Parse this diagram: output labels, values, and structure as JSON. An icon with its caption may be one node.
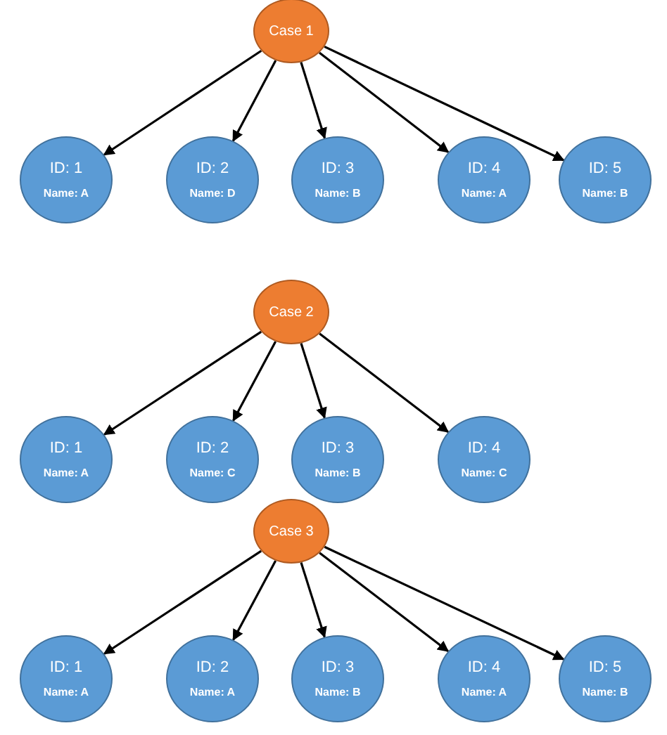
{
  "diagram": {
    "nodes": [
      {
        "text": [
          "Case 1"
        ]
      },
      {
        "text": [
          "ID: 1",
          "Name: A"
        ]
      },
      {
        "text": [
          "ID: 2",
          "Name: D"
        ]
      },
      {
        "text": [
          "ID: 3",
          "Name: B"
        ]
      },
      {
        "text": [
          "ID: 4",
          "Name: A"
        ]
      },
      {
        "text": [
          "ID: 5",
          "Name: B"
        ]
      },
      {
        "text": [
          "Case 2"
        ]
      },
      {
        "text": [
          "ID: 1",
          "Name: A"
        ]
      },
      {
        "text": [
          "ID: 2",
          "Name: C"
        ]
      },
      {
        "text": [
          "ID: 3",
          "Name: B"
        ]
      },
      {
        "text": [
          "ID: 4",
          "Name: C"
        ]
      },
      {
        "text": [
          "Case 3"
        ]
      },
      {
        "text": [
          "ID: 1",
          "Name: A"
        ]
      },
      {
        "text": [
          "ID: 2",
          "Name: A"
        ]
      },
      {
        "text": [
          "ID: 3",
          "Name: B"
        ]
      },
      {
        "text": [
          "ID: 4",
          "Name: A"
        ]
      },
      {
        "text": [
          "ID: 5",
          "Name: B"
        ]
      }
    ],
    "edges": [
      {
        "from": 0,
        "to": 1,
        "arrow": "to"
      },
      {
        "from": 0,
        "to": 2,
        "arrow": "to"
      },
      {
        "from": 0,
        "to": 3,
        "arrow": "to"
      },
      {
        "from": 0,
        "to": 4,
        "arrow": "to"
      },
      {
        "from": 0,
        "to": 5,
        "arrow": "to"
      },
      {
        "from": 6,
        "to": 7,
        "arrow": "to"
      },
      {
        "from": 6,
        "to": 8,
        "arrow": "to"
      },
      {
        "from": 6,
        "to": 9,
        "arrow": "to"
      },
      {
        "from": 6,
        "to": 10,
        "arrow": "to"
      },
      {
        "from": 11,
        "to": 12,
        "arrow": "to"
      },
      {
        "from": 11,
        "to": 13,
        "arrow": "to"
      },
      {
        "from": 11,
        "to": 14,
        "arrow": "to"
      },
      {
        "from": 11,
        "to": 15,
        "arrow": "to"
      },
      {
        "from": 11,
        "to": 16,
        "arrow": "to"
      }
    ]
  }
}
